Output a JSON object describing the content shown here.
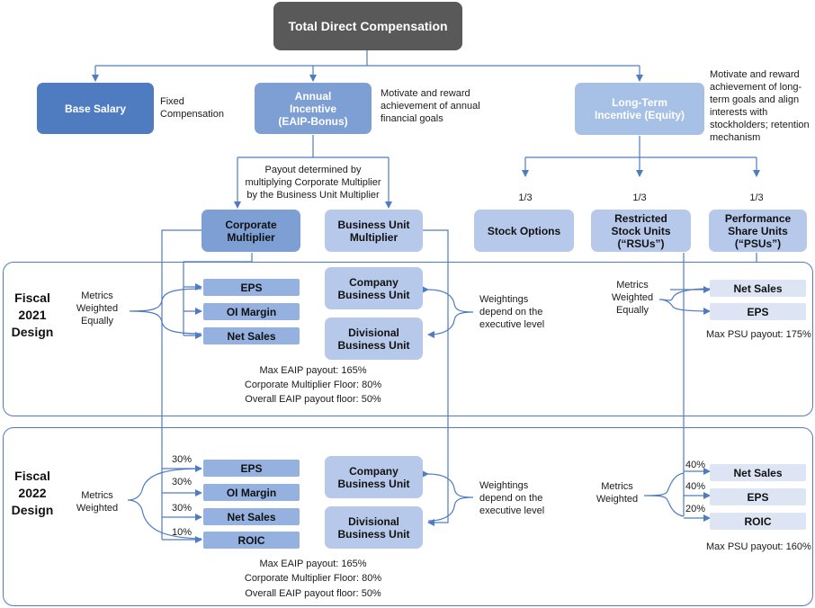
{
  "title": "Total Direct Compensation",
  "components": {
    "base_salary": {
      "label": "Base Salary",
      "desc": "Fixed\nCompensation"
    },
    "annual_incentive": {
      "label": "Annual\nIncentive\n(EAIP-Bonus)",
      "desc": "Motivate and reward\nachievement of annual\nfinancial goals"
    },
    "long_term": {
      "label": "Long-Term\nIncentive (Equity)",
      "desc": "Motivate and reward\nachievement of long-\nterm goals and align\ninterests with\nstockholders; retention\nmechanism"
    }
  },
  "payout_note": "Payout determined by\nmultiplying Corporate Multiplier\nby the Business Unit Multiplier",
  "multipliers": {
    "corporate": "Corporate\nMultiplier",
    "business_unit": "Business Unit\nMultiplier"
  },
  "equity": {
    "fractions": [
      "1/3",
      "1/3",
      "1/3"
    ],
    "stock_options": "Stock Options",
    "rsu": "Restricted\nStock Units\n(“RSUs”)",
    "psu": "Performance\nShare Units\n(“PSUs”)"
  },
  "fy2021": {
    "label": "Fiscal\n2021\nDesign",
    "metrics_note": "Metrics\nWeighted\nEqually",
    "metrics": [
      "EPS",
      "OI Margin",
      "Net Sales"
    ],
    "bu": [
      "Company\nBusiness Unit",
      "Divisional\nBusiness Unit"
    ],
    "weightings_note": "Weightings\ndepend on the\nexecutive level",
    "eaip_notes": [
      "Max EAIP payout: 165%",
      "Corporate Multiplier Floor: 80%",
      "Overall EAIP payout floor: 50%"
    ],
    "psu_metrics_note": "Metrics\nWeighted\nEqually",
    "psu_metrics": [
      "Net Sales",
      "EPS"
    ],
    "psu_max": "Max PSU payout: 175%"
  },
  "fy2022": {
    "label": "Fiscal\n2022\nDesign",
    "metrics_note": "Metrics\nWeighted",
    "metrics": [
      "EPS",
      "OI Margin",
      "Net Sales",
      "ROIC"
    ],
    "metric_weights": [
      "30%",
      "30%",
      "30%",
      "10%"
    ],
    "bu": [
      "Company\nBusiness Unit",
      "Divisional\nBusiness Unit"
    ],
    "weightings_note": "Weightings\ndepend on the\nexecutive level",
    "eaip_notes": [
      "Max EAIP payout: 165%",
      "Corporate Multiplier Floor: 80%",
      "Overall EAIP payout floor: 50%"
    ],
    "psu_metrics_note": "Metrics\nWeighted",
    "psu_metrics": [
      "Net Sales",
      "EPS",
      "ROIC"
    ],
    "psu_weights": [
      "40%",
      "40%",
      "20%"
    ],
    "psu_max": "Max PSU payout: 160%"
  },
  "colors": {
    "connector": "#4f7cc0",
    "dark_box": "#595959",
    "base": "#4f7cc0",
    "annual": "#7d9fd3",
    "long_term": "#a6c0e6",
    "light_box": "#b7c9ea",
    "metric": "#94b1df",
    "psu_metric": "#dde5f5"
  }
}
